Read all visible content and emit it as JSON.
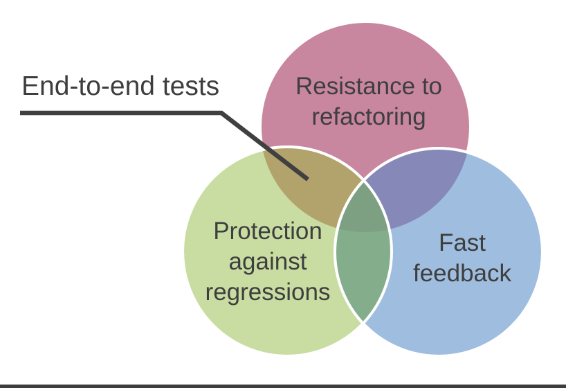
{
  "slide": {
    "background_color": "#ffffff",
    "footer_bar_color": "#3e3e3e"
  },
  "annotation": {
    "label": "End-to-end tests",
    "text_color": "#3e3e3e",
    "line_color": "#404040"
  },
  "venn": {
    "type": "venn-diagram",
    "outline_color": "#ffffff",
    "label_color": "#3e3e3e",
    "circles": [
      {
        "name": "Resistance to refactoring",
        "label_lines": [
          "Resistance to",
          "refactoring"
        ],
        "fill": "#c8869f"
      },
      {
        "name": "Protection against regressions",
        "label_lines": [
          "Protection",
          "against",
          "regressions"
        ],
        "fill": "#c9dda2"
      },
      {
        "name": "Fast feedback",
        "label_lines": [
          "Fast",
          "feedback"
        ],
        "fill": "#9fbddf"
      }
    ],
    "overlaps": {
      "resistance_protection": "#b2a36c",
      "resistance_fast": "#8689b8",
      "protection_fast": "#84ad8c",
      "center": "#7ca081"
    },
    "annotation_points_to": "resistance_protection"
  }
}
